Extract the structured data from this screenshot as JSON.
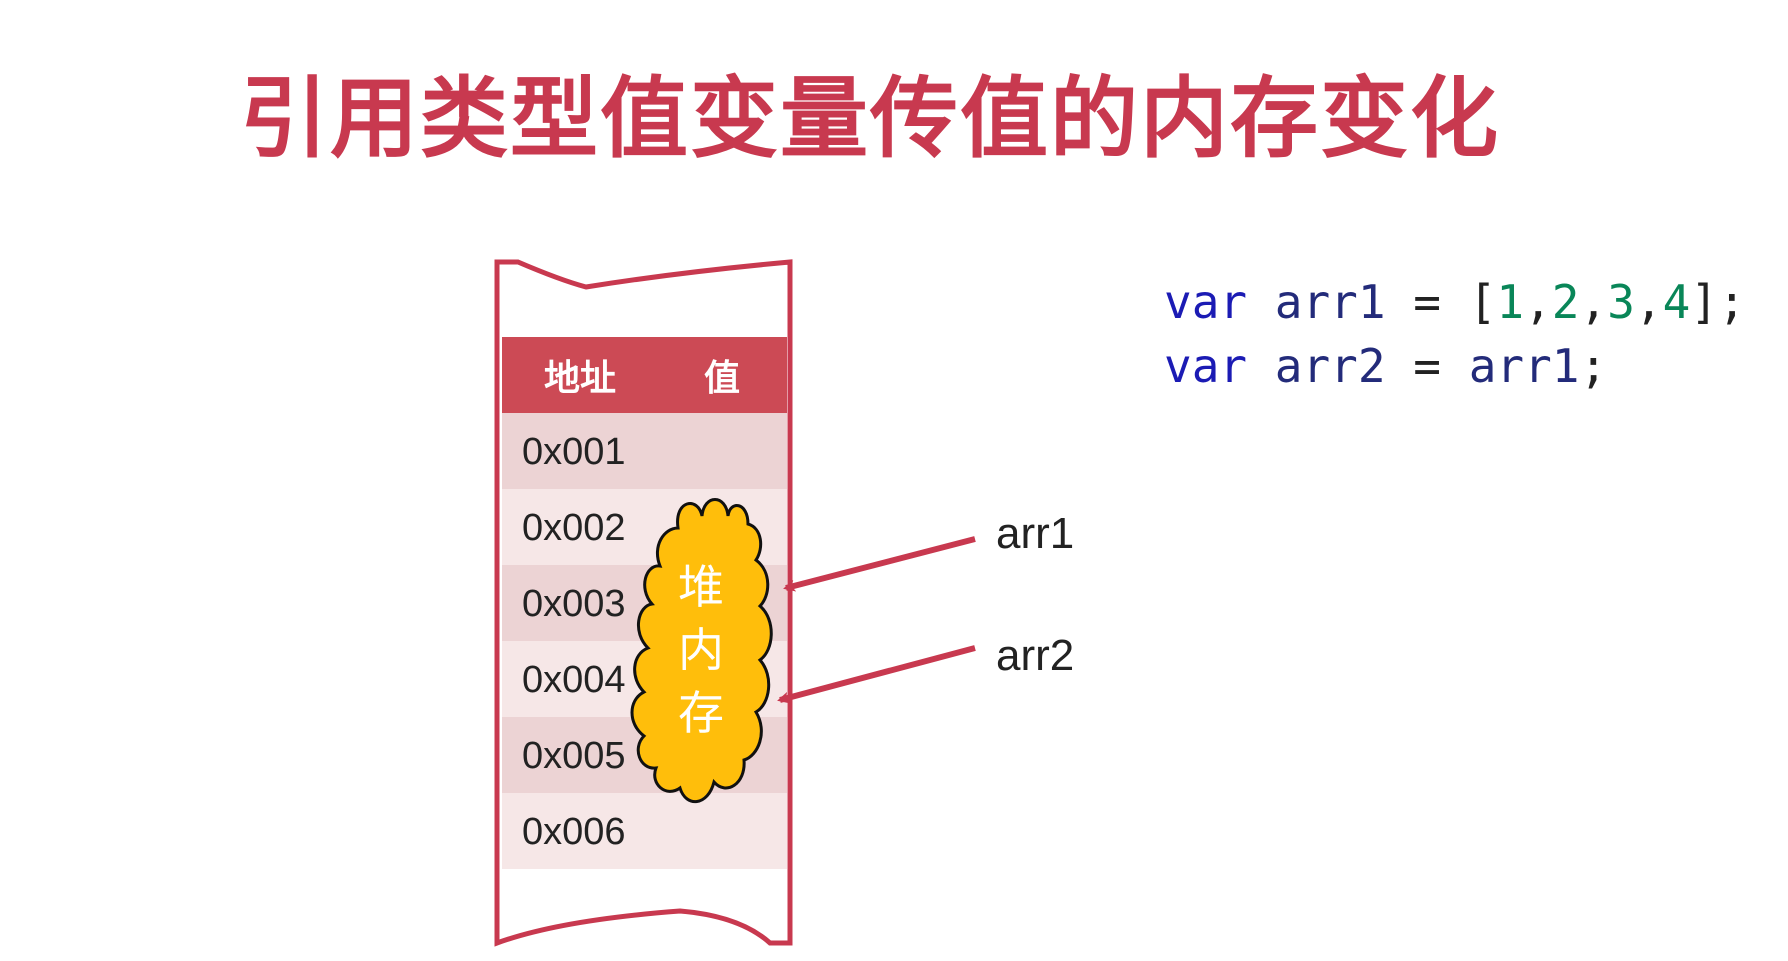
{
  "title": "引用类型值变量传值的内存变化",
  "memory": {
    "header": {
      "address": "地址",
      "value": "值"
    },
    "rows": [
      "0x001",
      "0x002",
      "0x003",
      "0x004",
      "0x005",
      "0x006"
    ],
    "heap_label": [
      "堆",
      "内",
      "存"
    ]
  },
  "pointers": [
    {
      "label": "arr1"
    },
    {
      "label": "arr2"
    }
  ],
  "code": {
    "line1": {
      "kw": "var",
      "name": "arr1",
      "eq": "=",
      "open": "[",
      "n1": "1",
      "n2": "2",
      "n3": "3",
      "n4": "4",
      "comma": ",",
      "close": "];"
    },
    "line2": {
      "kw": "var",
      "name": "arr2",
      "eq": "=",
      "rhs": "arr1",
      "end": ";"
    }
  },
  "colors": {
    "accent": "#c8394f",
    "header_bg": "#cc4a55",
    "row_dark": "#ecd3d4",
    "row_light": "#f6e7e7",
    "heap_fill": "#ffbe0b"
  }
}
